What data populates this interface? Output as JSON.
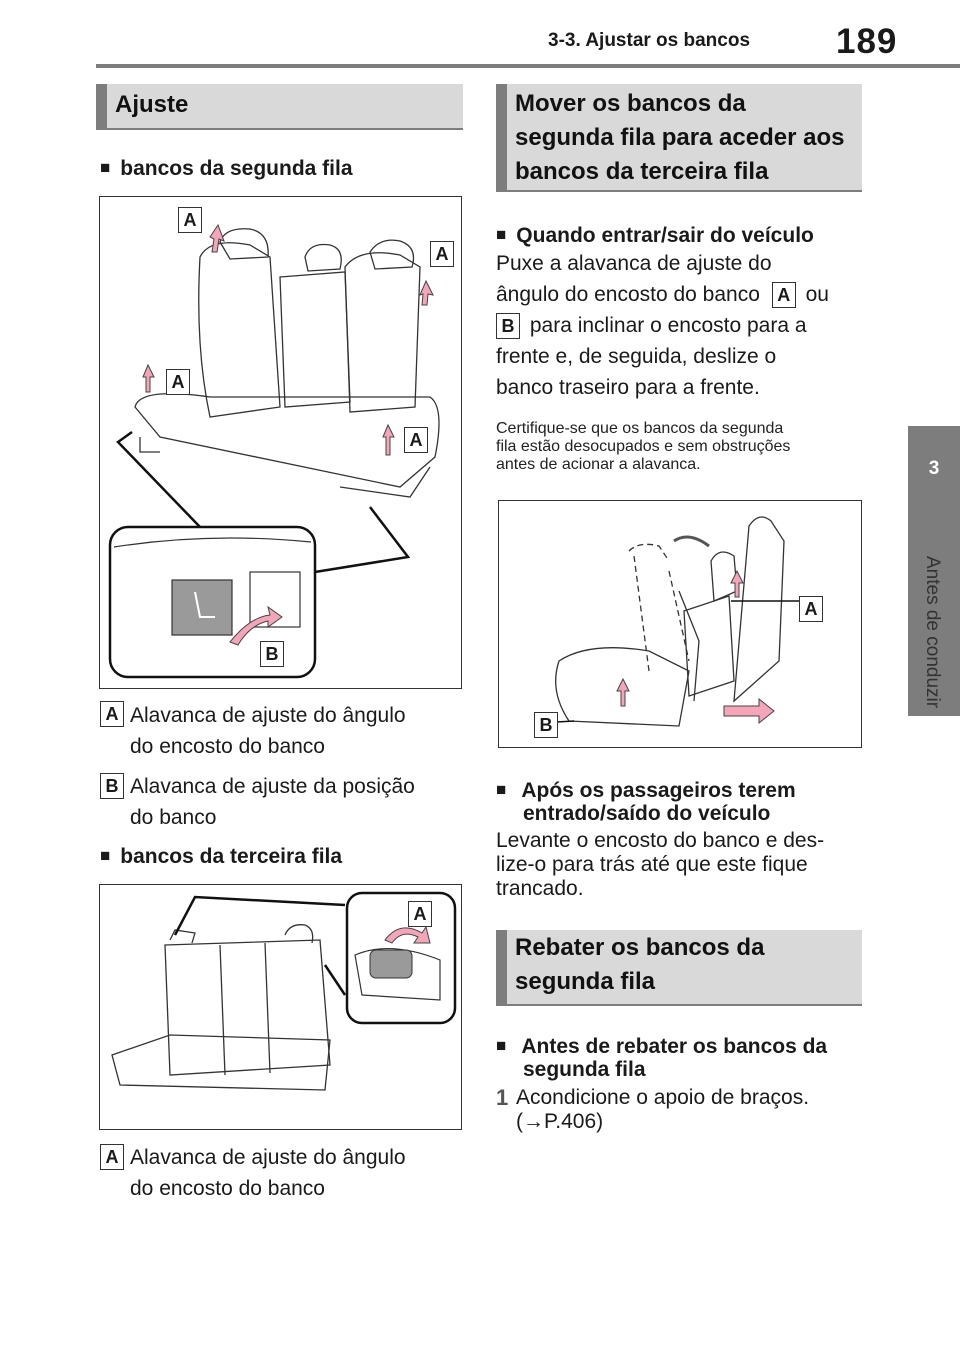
{
  "header": {
    "section": "3-3. Ajustar os bancos",
    "page": "189"
  },
  "sidetab": {
    "number": "3",
    "label": "Antes de conduzir"
  },
  "left": {
    "heading": "Ajuste",
    "sub1": "bancos da segunda fila",
    "fig1_labels": [
      "A",
      "A",
      "A",
      "A",
      "B"
    ],
    "legend1": [
      {
        "tag": "A",
        "line1": "Alavanca de ajuste do ângulo",
        "line2": "do encosto do banco"
      },
      {
        "tag": "B",
        "line1": "Alavanca de ajuste da posição",
        "line2": "do banco"
      }
    ],
    "sub2": "bancos da terceira fila",
    "fig2_label": "A",
    "legend2": {
      "tag": "A",
      "line1": "Alavanca de ajuste do ângulo",
      "line2": "do encosto do banco"
    }
  },
  "right": {
    "heading1": {
      "line1": "Mover os bancos da",
      "line2": "segunda fila para aceder aos",
      "line3": "bancos da terceira fila"
    },
    "sub1": "Quando entrar/sair do veículo",
    "para1": {
      "l1": "Puxe a alavanca de ajuste do",
      "l2a": "ângulo do encosto do banco",
      "tagA": "A",
      "l2b": "ou",
      "tagB": "B",
      "l3": "para inclinar o encosto para a",
      "l4": "frente e, de seguida, deslize o",
      "l5": "banco traseiro para a frente."
    },
    "note": {
      "l1": "Certifique-se que os bancos da segunda",
      "l2": "fila estão desocupados e sem obstruções",
      "l3": "antes de acionar a alavanca."
    },
    "fig3_labels": [
      "A",
      "B"
    ],
    "sub2": {
      "line1": "Após os passageiros terem",
      "line2": "entrado/saído do veículo"
    },
    "para2": {
      "l1": "Levante o encosto do banco e des-",
      "l2": "lize-o para trás até que este fique",
      "l3": "trancado."
    },
    "heading2": {
      "line1": "Rebater os bancos da",
      "line2": "segunda fila"
    },
    "sub3": {
      "line1": "Antes de rebater os bancos da",
      "line2": "segunda fila"
    },
    "step1": {
      "num": "1",
      "l1": "Acondicione o apoio de braços.",
      "l2": "(→P.406)"
    }
  },
  "colors": {
    "heading_bg": "#d9d9d9",
    "accent_gray": "#7d7d7d",
    "arrow_pink": "#f4a6b8"
  }
}
